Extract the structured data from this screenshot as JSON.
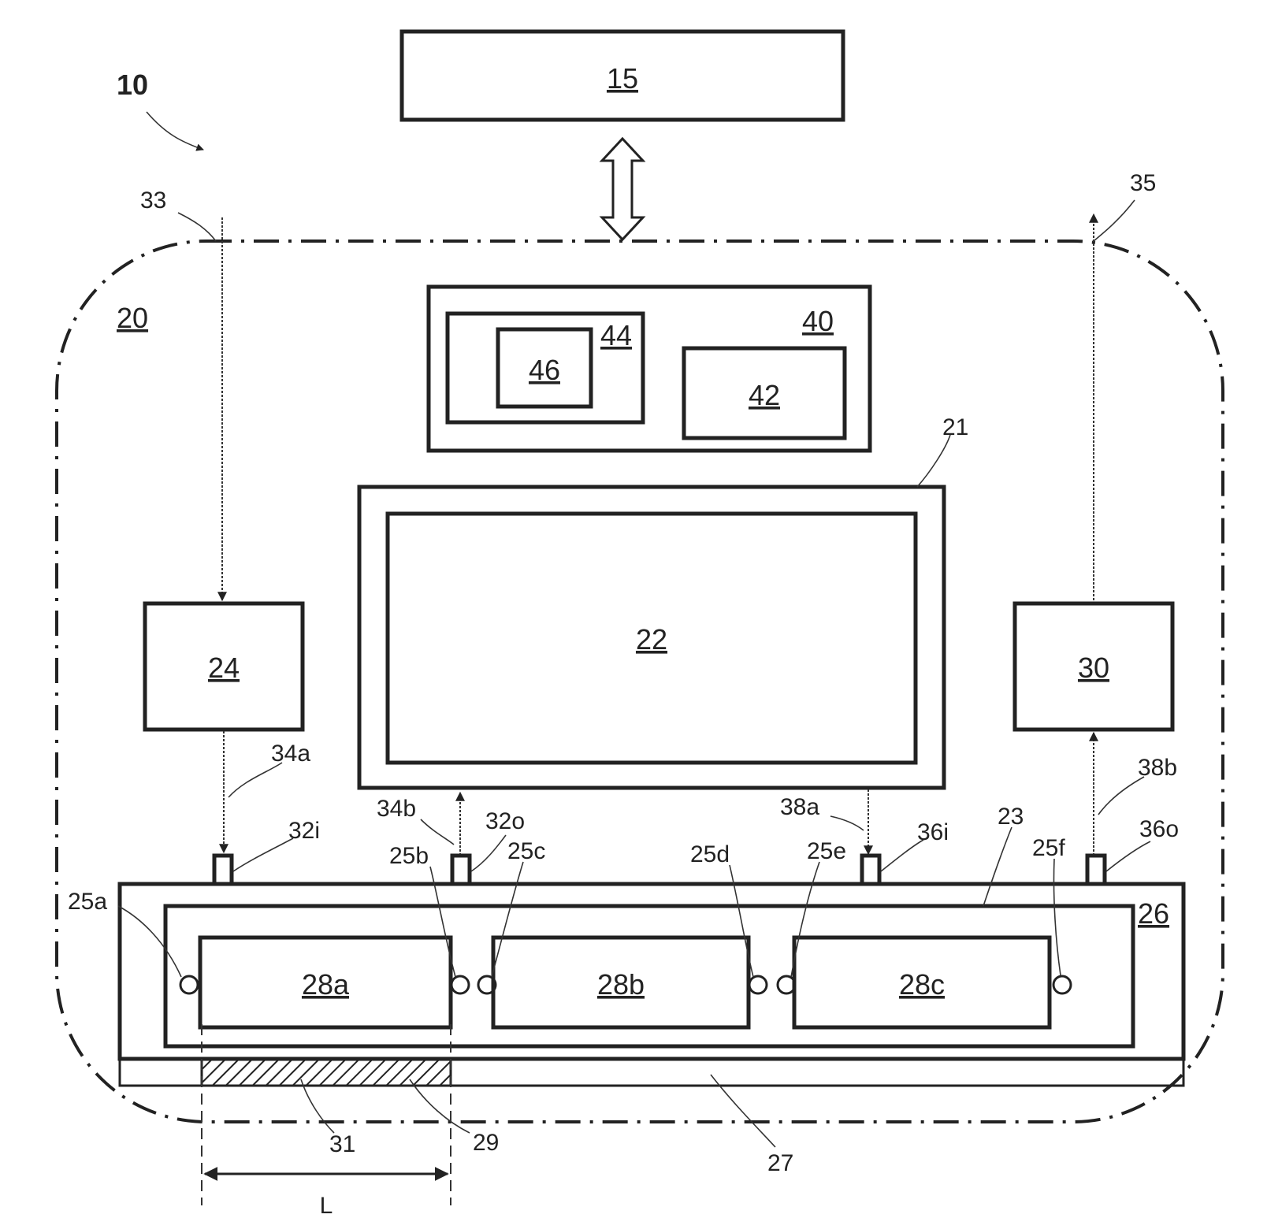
{
  "labels": {
    "system": "10",
    "external": "15",
    "enclosure": "20",
    "ref_21": "21",
    "ref_22": "22",
    "ref_23": "23",
    "ref_24": "24",
    "ref_25a": "25a",
    "ref_25b": "25b",
    "ref_25c": "25c",
    "ref_25d": "25d",
    "ref_25e": "25e",
    "ref_25f": "25f",
    "ref_26": "26",
    "ref_27": "27",
    "ref_28a": "28a",
    "ref_28b": "28b",
    "ref_28c": "28c",
    "ref_29": "29",
    "ref_30": "30",
    "ref_31": "31",
    "ref_32i": "32i",
    "ref_32o": "32o",
    "ref_33": "33",
    "ref_34a": "34a",
    "ref_34b": "34b",
    "ref_35": "35",
    "ref_36i": "36i",
    "ref_36o": "36o",
    "ref_38a": "38a",
    "ref_38b": "38b",
    "ref_40": "40",
    "ref_42": "42",
    "ref_44": "44",
    "ref_46": "46",
    "length": "L"
  }
}
